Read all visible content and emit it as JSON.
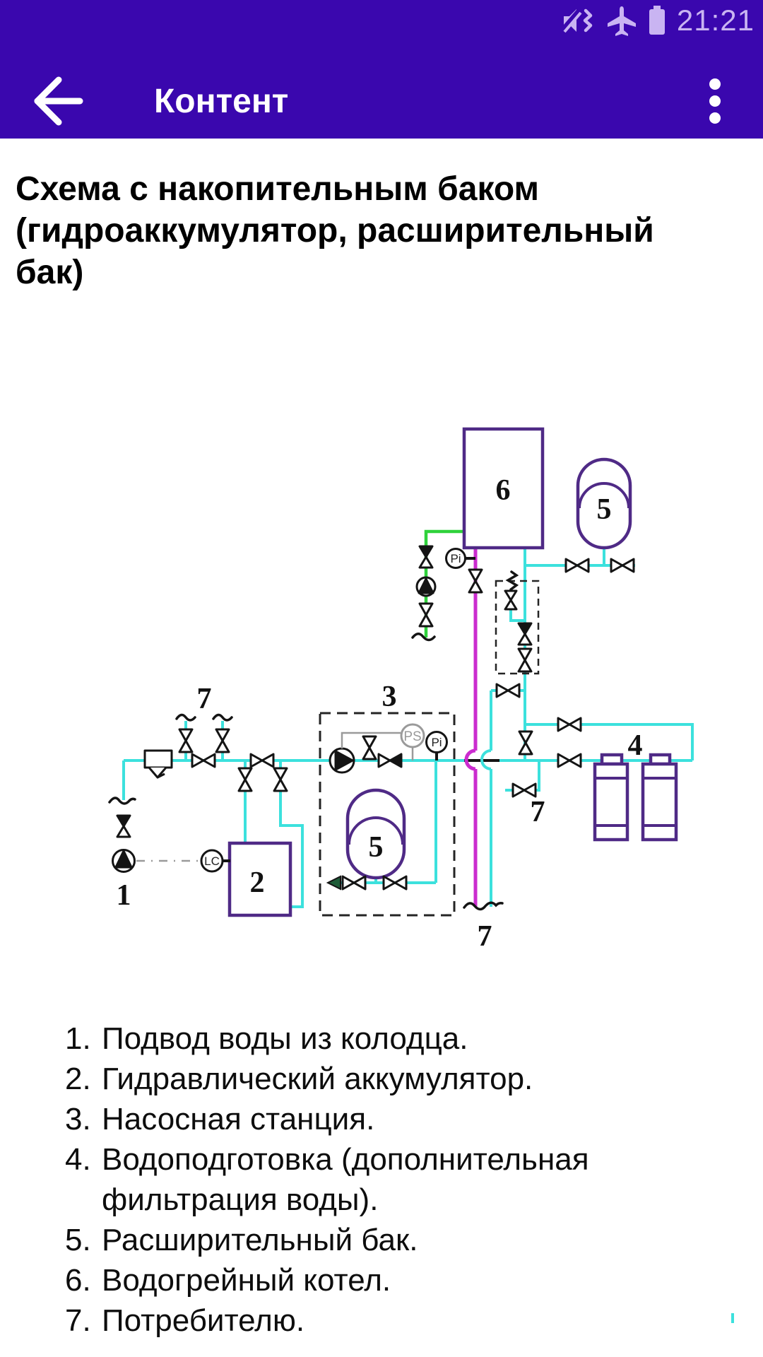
{
  "colors": {
    "bar_bg": "#3a07ae",
    "bar_fg": "#c9b4f2",
    "accent_cold": "#3ce1dd",
    "accent_hot": "#cb2ccf",
    "accent_fill": "#2fd23b",
    "equipment": "#4f2a86",
    "ink": "#141414"
  },
  "status_bar": {
    "time": "21:21"
  },
  "app_bar": {
    "title": "Контент"
  },
  "heading": "Схема с накопительным баком (гидроаккумулятор, расширительный бак)",
  "diagram": {
    "labels": {
      "well_pump": "1",
      "accumulator": "2",
      "pump_station": "3",
      "water_treatment": "4",
      "expansion_tank_main": "5",
      "expansion_tank_station": "5",
      "boiler": "6",
      "consumer_top": "7",
      "consumer_right": "7",
      "consumer_bottom": "7"
    },
    "gauges": {
      "pressure_top": "Pi",
      "pressure_switch": "PS",
      "pressure_station": "Pi",
      "level_control": "LC"
    }
  },
  "legend": [
    {
      "num": "1.",
      "text": "Подвод воды из колодца."
    },
    {
      "num": "2.",
      "text": "Гидравлический аккумулятор."
    },
    {
      "num": "3.",
      "text": "Насосная станция."
    },
    {
      "num": "4.",
      "text": "Водоподготовка (дополнительная фильтрация воды)."
    },
    {
      "num": "5.",
      "text": "Расширительный бак."
    },
    {
      "num": "6.",
      "text": "Водогрейный котел."
    },
    {
      "num": "7.",
      "text": "Потребителю."
    }
  ]
}
